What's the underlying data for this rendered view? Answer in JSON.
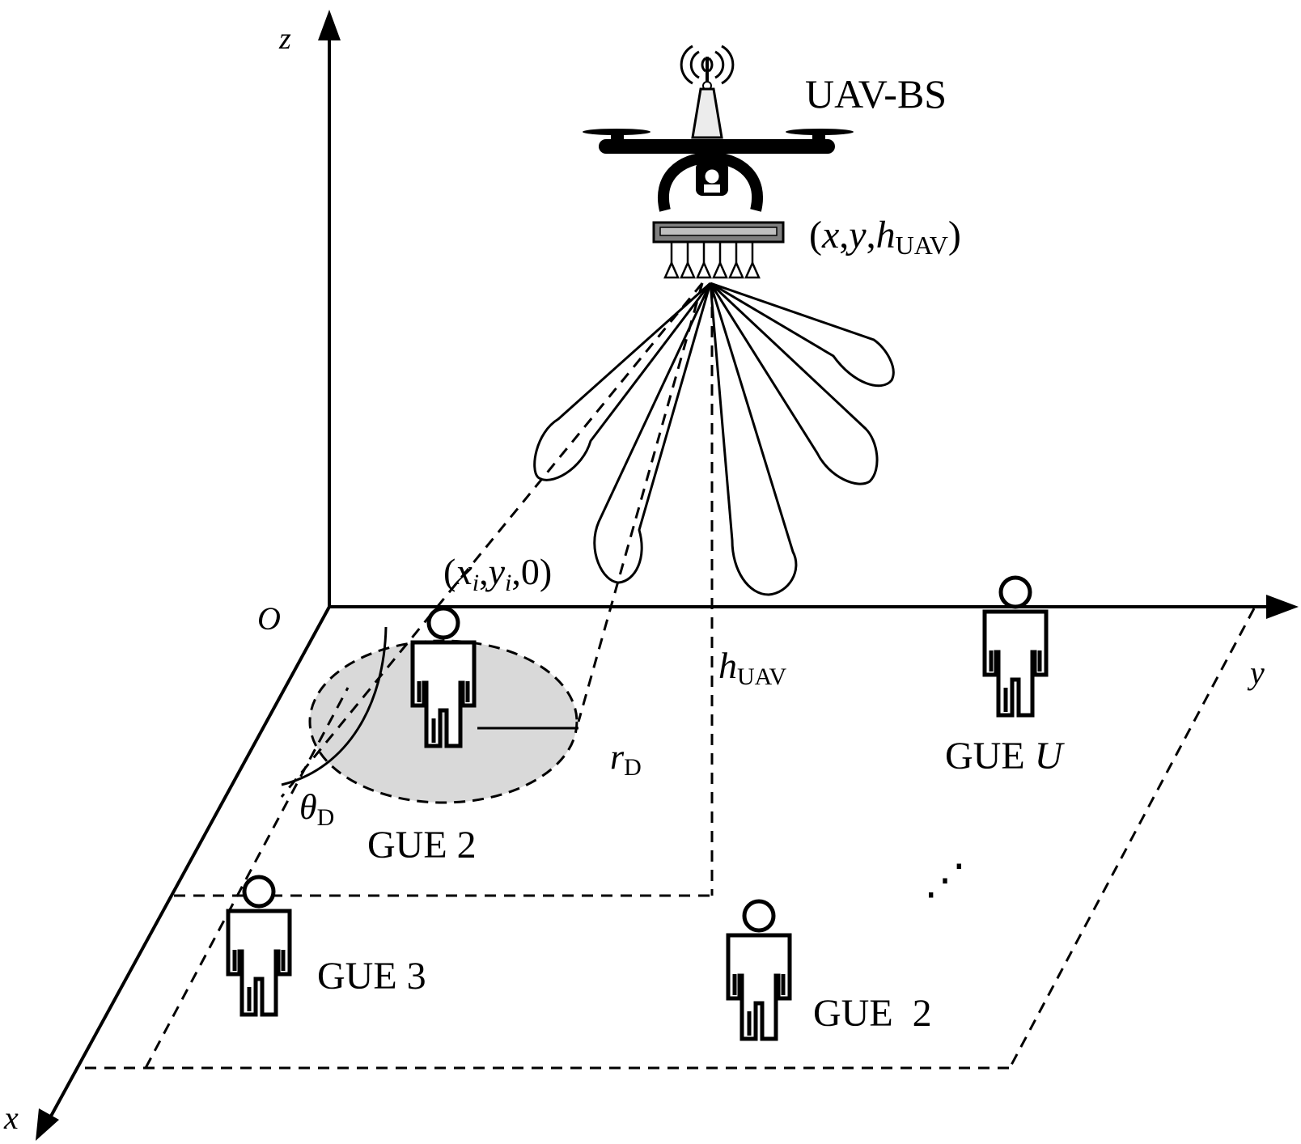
{
  "axes": {
    "z": "z",
    "y": "y",
    "x": "x",
    "origin": "O"
  },
  "uav": {
    "label": "UAV-BS",
    "position_label": {
      "open": "(",
      "x": "x",
      "comma1": ",",
      "y": "y",
      "comma2": ",",
      "h": "h",
      "h_sub": "UAV",
      "close": ")"
    }
  },
  "ground_point": {
    "open": "(",
    "x": "x",
    "x_sub": "i",
    "comma1": ",",
    "y": "y",
    "y_sub": "i",
    "rest": ",0)"
  },
  "height": {
    "sym": "h",
    "sub": "UAV"
  },
  "radius": {
    "sym": "r",
    "sub": "D"
  },
  "angle": {
    "sym": "θ",
    "sub": "D"
  },
  "users": {
    "gue_near": "GUE 2",
    "gue_3": "GUE 3",
    "gue_front": "GUE  2",
    "gue_u_prefix": "GUE ",
    "gue_u_index": "U"
  },
  "ellipsis": "⋰",
  "colors": {
    "line": "#000000",
    "coverage_fill": "#d9d9d9",
    "antenna_bar": "#7f7f7f"
  }
}
